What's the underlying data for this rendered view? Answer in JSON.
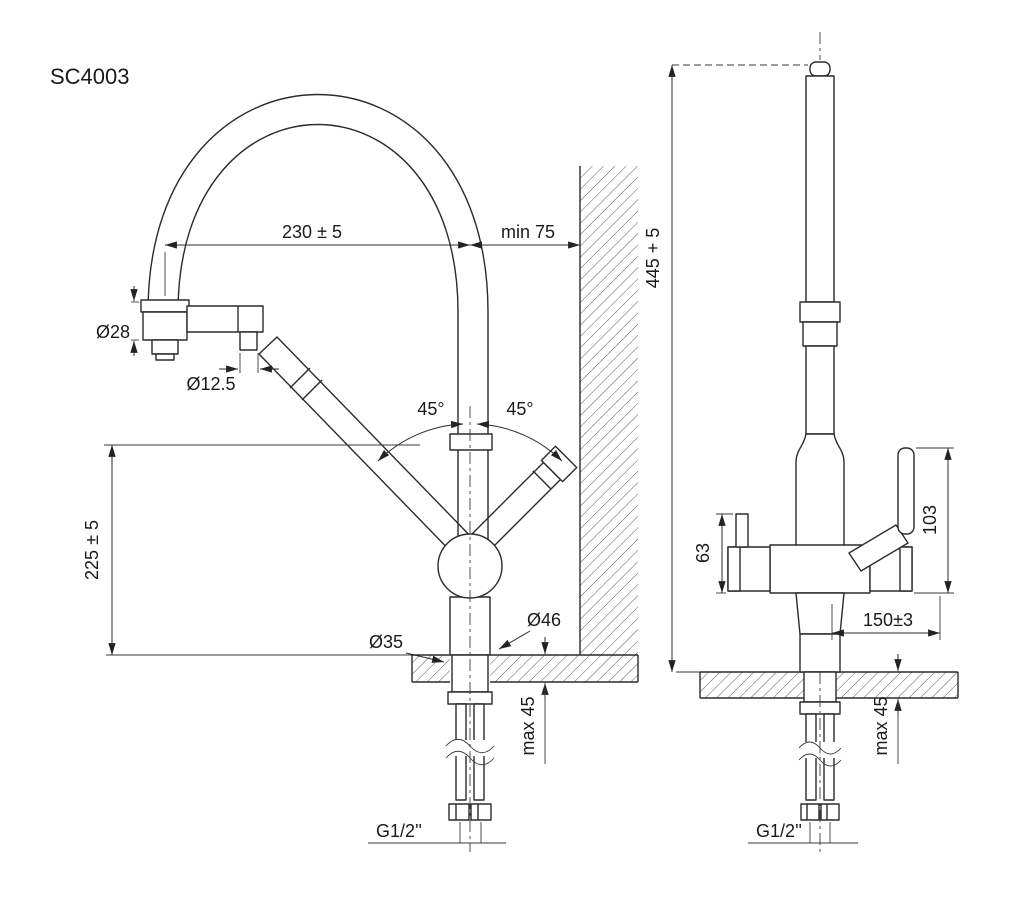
{
  "title": "SC4003",
  "colors": {
    "line": "#2b2b2b",
    "background": "#ffffff"
  },
  "side_view": {
    "spout_reach": "230 ± 5",
    "wall_clearance": "min 75",
    "spray_head_diameter": "Ø28",
    "aerator_diameter": "Ø12.5",
    "swivel_angle_left": "45°",
    "swivel_angle_right": "45°",
    "spout_height": "225 ± 5",
    "base_diameter": "Ø46",
    "mounting_hole_diameter": "Ø35",
    "max_deck_thickness": "max 45",
    "supply_thread": "G1/2''"
  },
  "front_view": {
    "total_height": "445 + 5",
    "body_section_height": "63",
    "handle_section_height": "103",
    "width": "150±3",
    "max_deck_thickness": "max 45",
    "supply_thread": "G1/2''"
  }
}
